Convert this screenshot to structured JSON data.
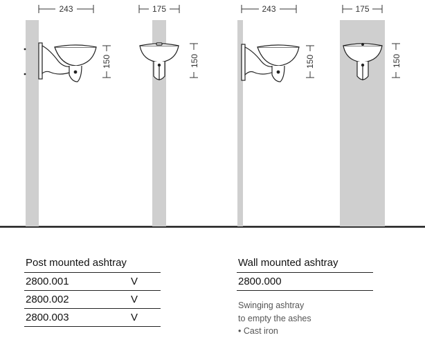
{
  "figures": [
    {
      "width_label": "243",
      "height_label": "150"
    },
    {
      "width_label": "175",
      "height_label": "150"
    },
    {
      "width_label": "243",
      "height_label": "150"
    },
    {
      "width_label": "175",
      "height_label": "150"
    }
  ],
  "post_table": {
    "title": "Post mounted ashtray",
    "rows": [
      {
        "code": "2800.001",
        "flag": "V"
      },
      {
        "code": "2800.002",
        "flag": "V"
      },
      {
        "code": "2800.003",
        "flag": "V"
      }
    ]
  },
  "wall_table": {
    "title": "Wall mounted ashtray",
    "rows": [
      {
        "code": "2800.000"
      }
    ],
    "description": [
      "Swinging ashtray",
      "to empty the ashes",
      "• Cast iron"
    ]
  }
}
